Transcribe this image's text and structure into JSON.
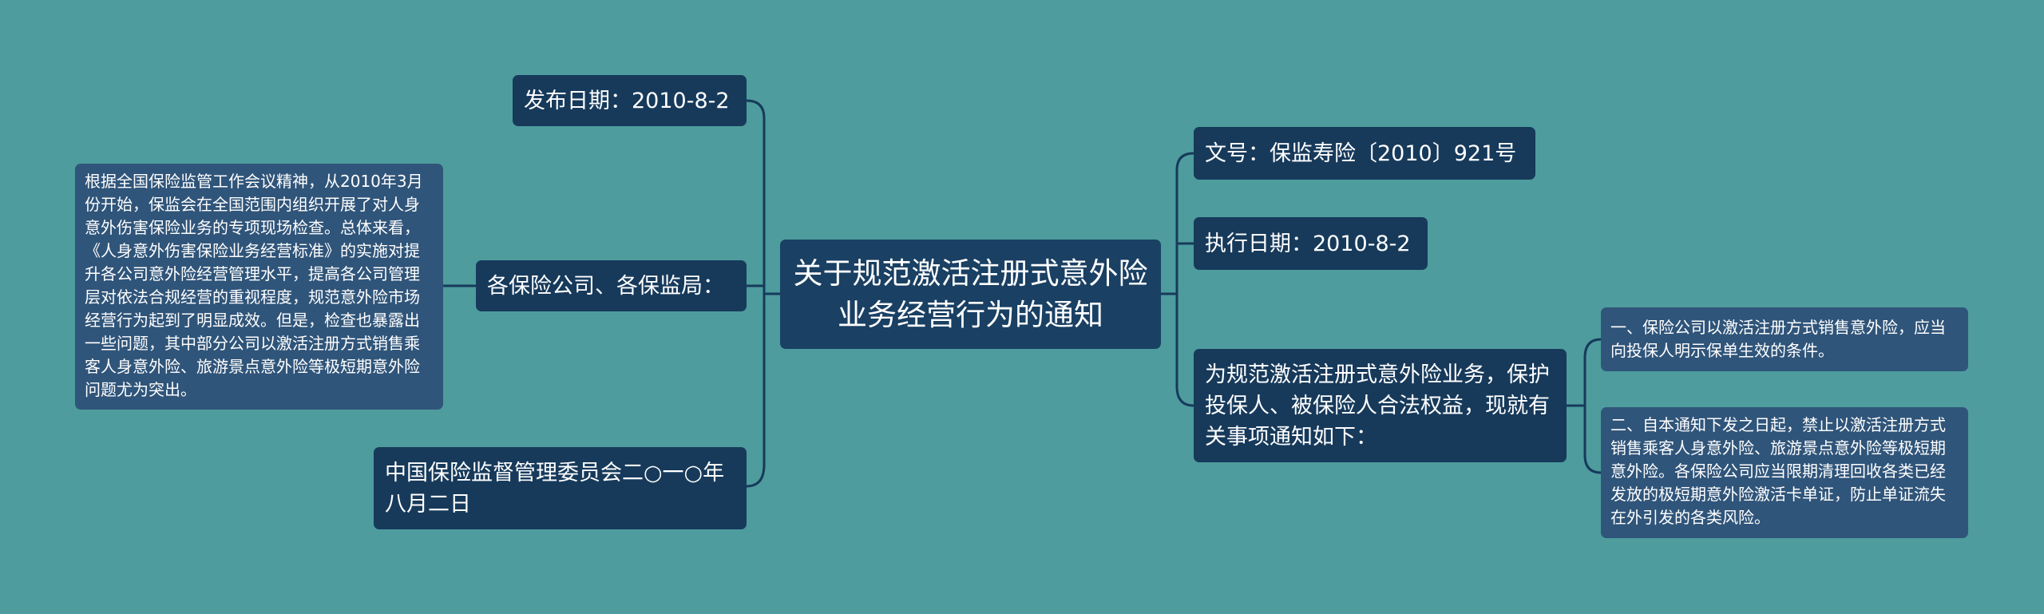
{
  "mindmap": {
    "center": "关于规范激活注册式意外险业务经营行为的通知",
    "left": [
      {
        "label": "发布日期：2010-8-2"
      },
      {
        "label": "各保险公司、各保监局：",
        "children": [
          "根据全国保险监管工作会议精神，从2010年3月份开始，保监会在全国范围内组织开展了对人身意外伤害保险业务的专项现场检查。总体来看，《人身意外伤害保险业务经营标准》的实施对提升各公司意外险经营管理水平，提高各公司管理层对依法合规经营的重视程度，规范意外险市场经营行为起到了明显成效。但是，检查也暴露出一些问题，其中部分公司以激活注册方式销售乘客人身意外险、旅游景点意外险等极短期意外险问题尤为突出。"
        ]
      },
      {
        "label": "中国保险监督管理委员会二○一○年八月二日"
      }
    ],
    "right": [
      {
        "label": "文号：保监寿险〔2010〕921号"
      },
      {
        "label": "执行日期：2010-8-2"
      },
      {
        "label": "为规范激活注册式意外险业务，保护投保人、被保险人合法权益，现就有关事项通知如下：",
        "children": [
          "一、保险公司以激活注册方式销售意外险，应当向投保人明示保单生效的条件。",
          "二、自本通知下发之日起，禁止以激活注册方式销售乘客人身意外险、旅游景点意外险等极短期意外险。各保险公司应当限期清理回收各类已经发放的极短期意外险激活卡单证，防止单证流失在外引发的各类风险。"
        ]
      }
    ]
  },
  "colors": {
    "background": "#4e9c9d",
    "node_dark": "#173a5b",
    "node_light": "#30557a",
    "line": "#173a5b",
    "text": "#ffffff"
  }
}
